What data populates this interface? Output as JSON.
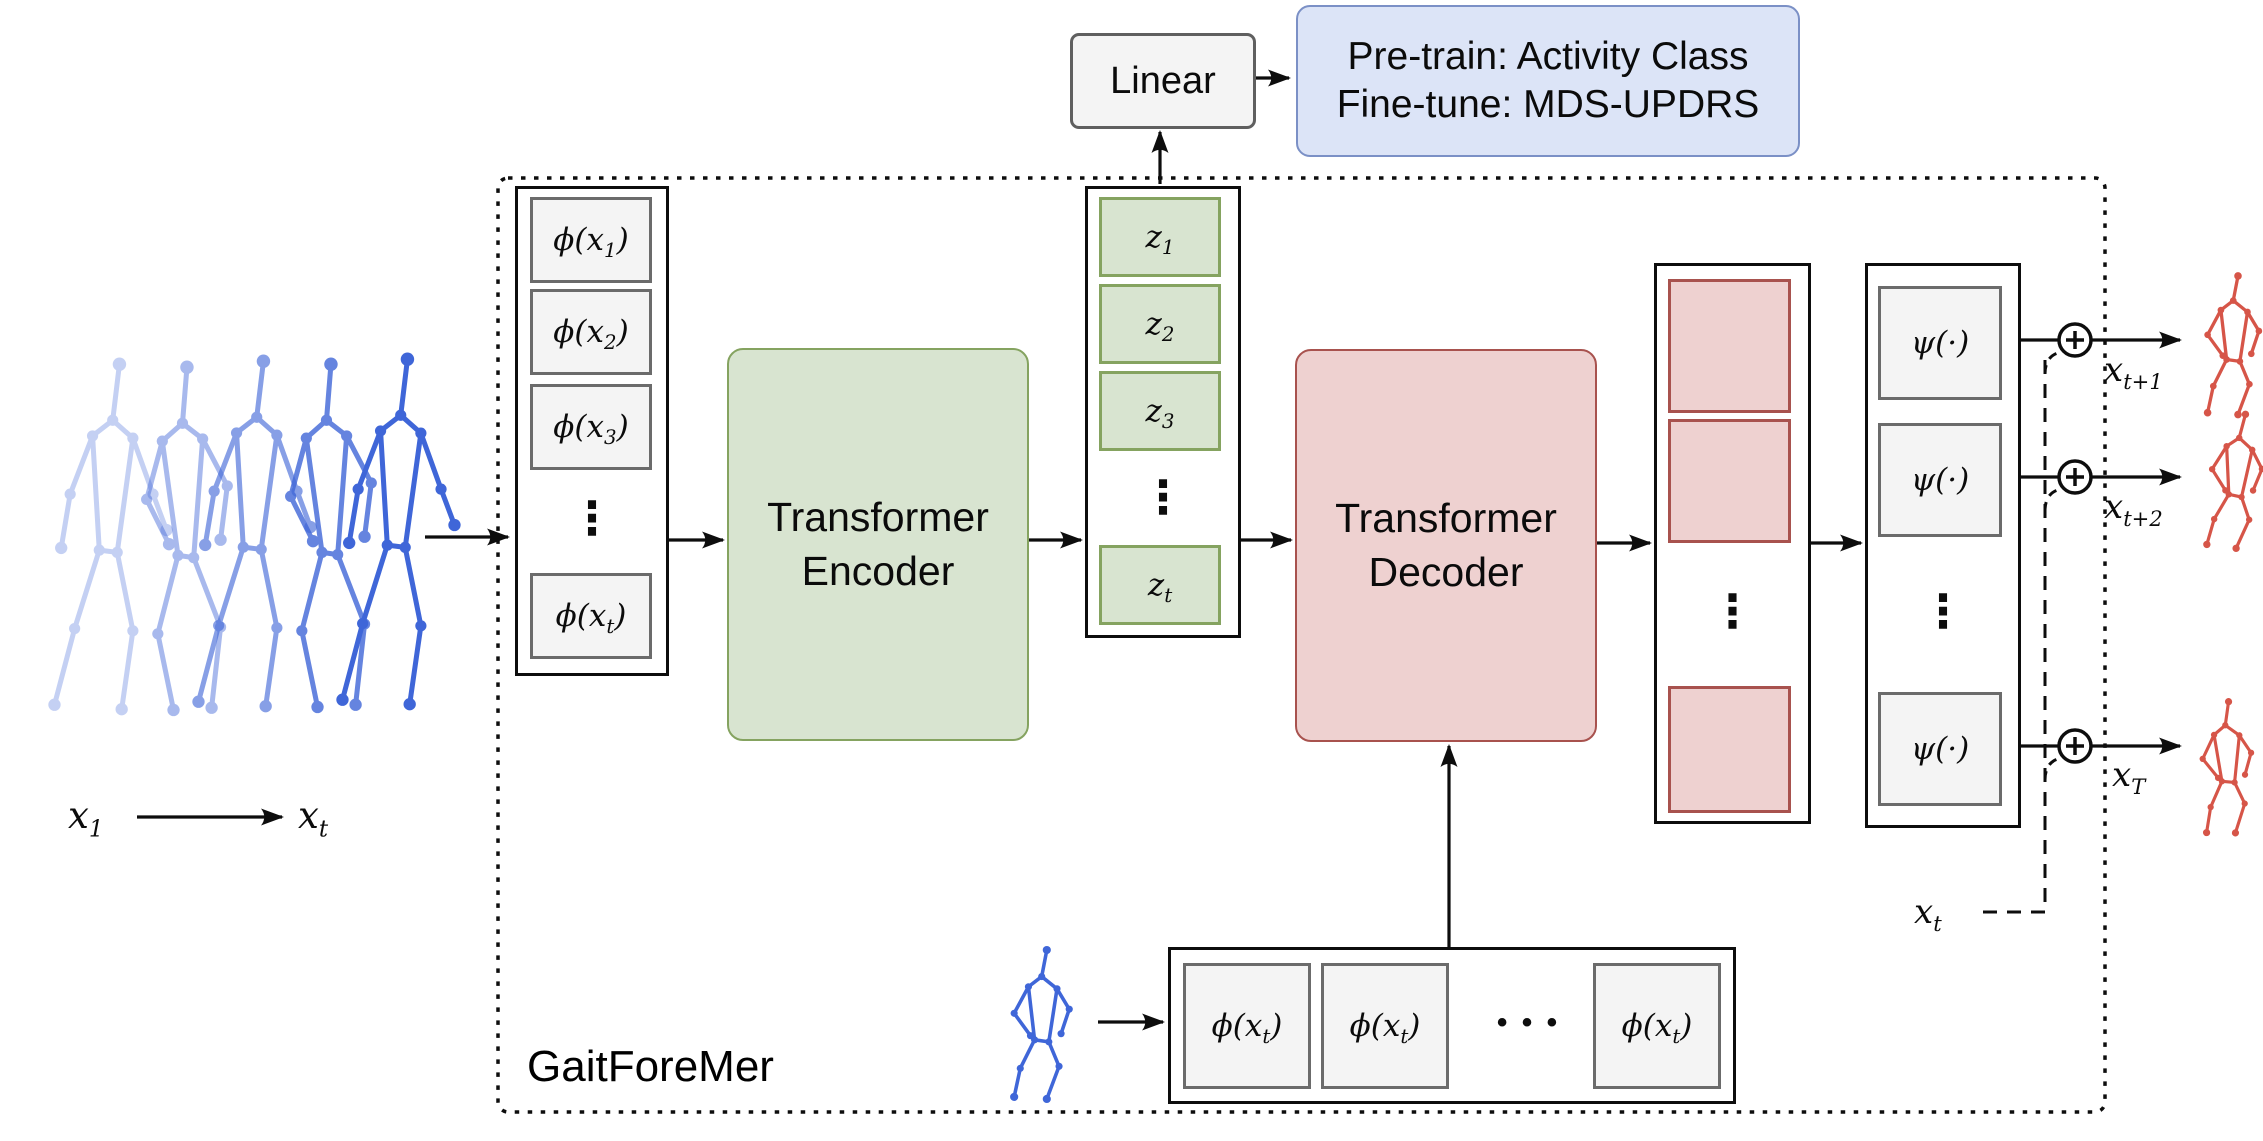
{
  "frame": {
    "label": "GaitForeMer"
  },
  "input_sequence": {
    "x1": {
      "base": "x",
      "sub": "1"
    },
    "xt": {
      "base": "x",
      "sub": "t"
    }
  },
  "phi_column": {
    "items": [
      {
        "pre": "ϕ(x",
        "sub": "1",
        "post": ")"
      },
      {
        "pre": "ϕ(x",
        "sub": "2",
        "post": ")"
      },
      {
        "pre": "ϕ(x",
        "sub": "3",
        "post": ")"
      },
      {
        "pre": "ϕ(x",
        "sub": "t",
        "post": ")"
      }
    ],
    "ellipsis": "⋮"
  },
  "encoder": {
    "line1": "Transformer",
    "line2": "Encoder"
  },
  "z_column": {
    "items": [
      {
        "base": "z",
        "sub": "1"
      },
      {
        "base": "z",
        "sub": "2"
      },
      {
        "base": "z",
        "sub": "3"
      },
      {
        "base": "z",
        "sub": "t"
      }
    ],
    "ellipsis": "⋮"
  },
  "linear": {
    "label": "Linear"
  },
  "task_box": {
    "line1": "Pre-train: Activity Class",
    "line2": "Fine-tune: MDS-UPDRS"
  },
  "decoder": {
    "line1": "Transformer",
    "line2": "Decoder"
  },
  "memory_column": {
    "ellipsis": "⋮"
  },
  "psi_column": {
    "items": [
      "ψ(·)",
      "ψ(·)",
      "ψ(·)"
    ],
    "ellipsis": "⋮"
  },
  "outputs": {
    "labels": [
      {
        "base": "x",
        "sub": "t+1"
      },
      {
        "base": "x",
        "sub": "t+2"
      },
      {
        "base": "x",
        "sub": "T"
      }
    ]
  },
  "feedback": {
    "label": {
      "base": "x",
      "sub": "t"
    }
  },
  "decoder_inputs": {
    "items": [
      {
        "pre": "ϕ(x",
        "sub": "t",
        "post": ")"
      },
      {
        "pre": "ϕ(x",
        "sub": "t",
        "post": ")"
      },
      {
        "pre": "ϕ(x",
        "sub": "t",
        "post": ")"
      }
    ],
    "ellipsis": "• • •"
  },
  "colors": {
    "green_fill": "#d8e4d0",
    "green_stroke": "#85a360",
    "red_fill": "#eed1d0",
    "red_stroke": "#a8524e",
    "blue_fill": "#dce4f7",
    "blue_stroke": "#7b90c6",
    "gray_fill": "#f4f4f4",
    "gray_stroke": "#6b6b6b",
    "outline": "#0d0d0d",
    "skeleton_blue": "#3f66d8",
    "skeleton_red": "#d65548"
  }
}
